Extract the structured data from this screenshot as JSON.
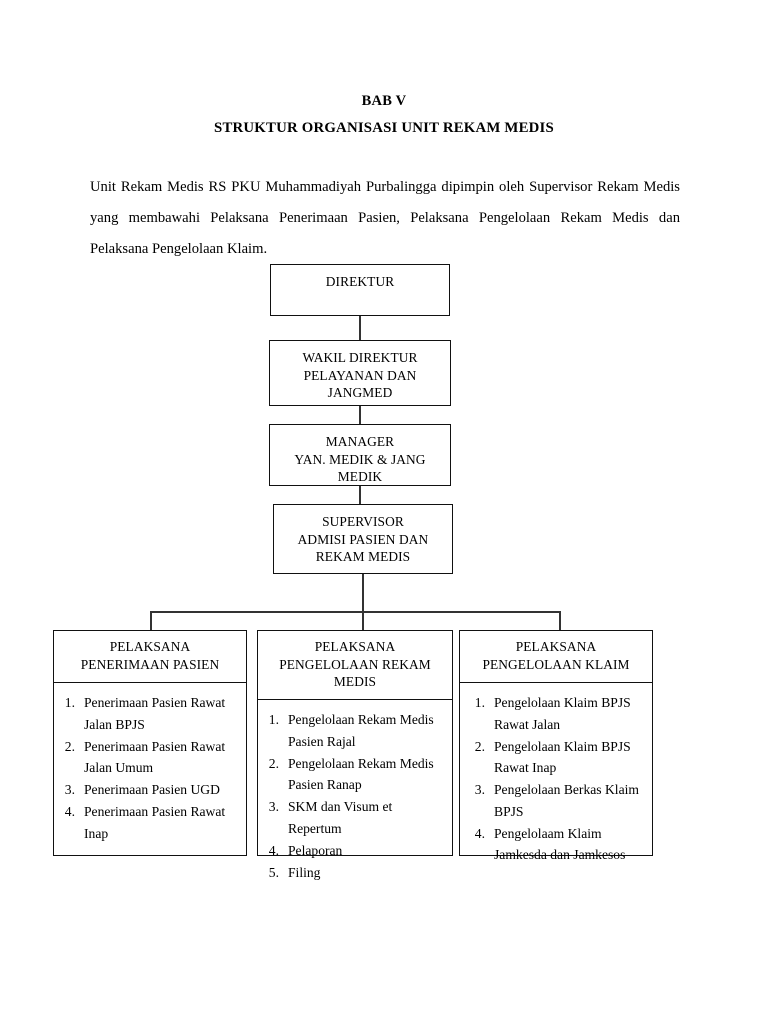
{
  "document": {
    "chapter_label": "BAB V",
    "title": "STRUKTUR ORGANISASI UNIT REKAM MEDIS",
    "intro_paragraph": "Unit Rekam Medis RS PKU Muhammadiyah Purbalingga dipimpin oleh Supervisor Rekam Medis yang membawahi Pelaksana Penerimaan Pasien, Pelaksana Pengelolaan Rekam Medis dan Pelaksana Pengelolaan Klaim."
  },
  "org_chart": {
    "nodes": [
      {
        "id": "direktur",
        "label": "DIREKTUR"
      },
      {
        "id": "wakil_direktur",
        "label": "WAKIL DIREKTUR\nPELAYANAN DAN\nJANGMED"
      },
      {
        "id": "manager",
        "label": "MANAGER\nYAN. MEDIK & JANG\nMEDIK"
      },
      {
        "id": "supervisor",
        "label": "SUPERVISOR\nADMISI PASIEN DAN\nREKAM MEDIS"
      }
    ],
    "units": [
      {
        "id": "penerimaan_pasien",
        "header": "PELAKSANA\nPENERIMAAN PASIEN",
        "items": [
          {
            "num": "1.",
            "text": "Penerimaan Pasien Rawat Jalan BPJS"
          },
          {
            "num": "2.",
            "text": "Penerimaan Pasien Rawat Jalan Umum"
          },
          {
            "num": "3.",
            "text": "Penerimaan Pasien UGD"
          },
          {
            "num": "4.",
            "text": "Penerimaan Pasien Rawat Inap"
          }
        ]
      },
      {
        "id": "pengelolaan_rekam_medis",
        "header": "PELAKSANA\nPENGELOLAAN REKAM\nMEDIS",
        "items": [
          {
            "num": "1.",
            "text": "Pengelolaan Rekam Medis Pasien Rajal"
          },
          {
            "num": "2.",
            "text": "Pengelolaan Rekam Medis Pasien Ranap"
          },
          {
            "num": "3.",
            "text": "SKM dan Visum et Repertum"
          },
          {
            "num": "4.",
            "text": "Pelaporan"
          },
          {
            "num": "5.",
            "text": "Filing"
          }
        ]
      },
      {
        "id": "pengelolaan_klaim",
        "header": "PELAKSANA\nPENGELOLAAN KLAIM",
        "items": [
          {
            "num": "1.",
            "text": "Pengelolaan Klaim BPJS Rawat Jalan"
          },
          {
            "num": "2.",
            "text": "Pengelolaan Klaim BPJS Rawat Inap"
          },
          {
            "num": "3.",
            "text": "Pengelolaan Berkas Klaim BPJS"
          },
          {
            "num": "4.",
            "text": "Pengelolaam Klaim Jamkesda dan Jamkesos"
          }
        ]
      }
    ]
  }
}
